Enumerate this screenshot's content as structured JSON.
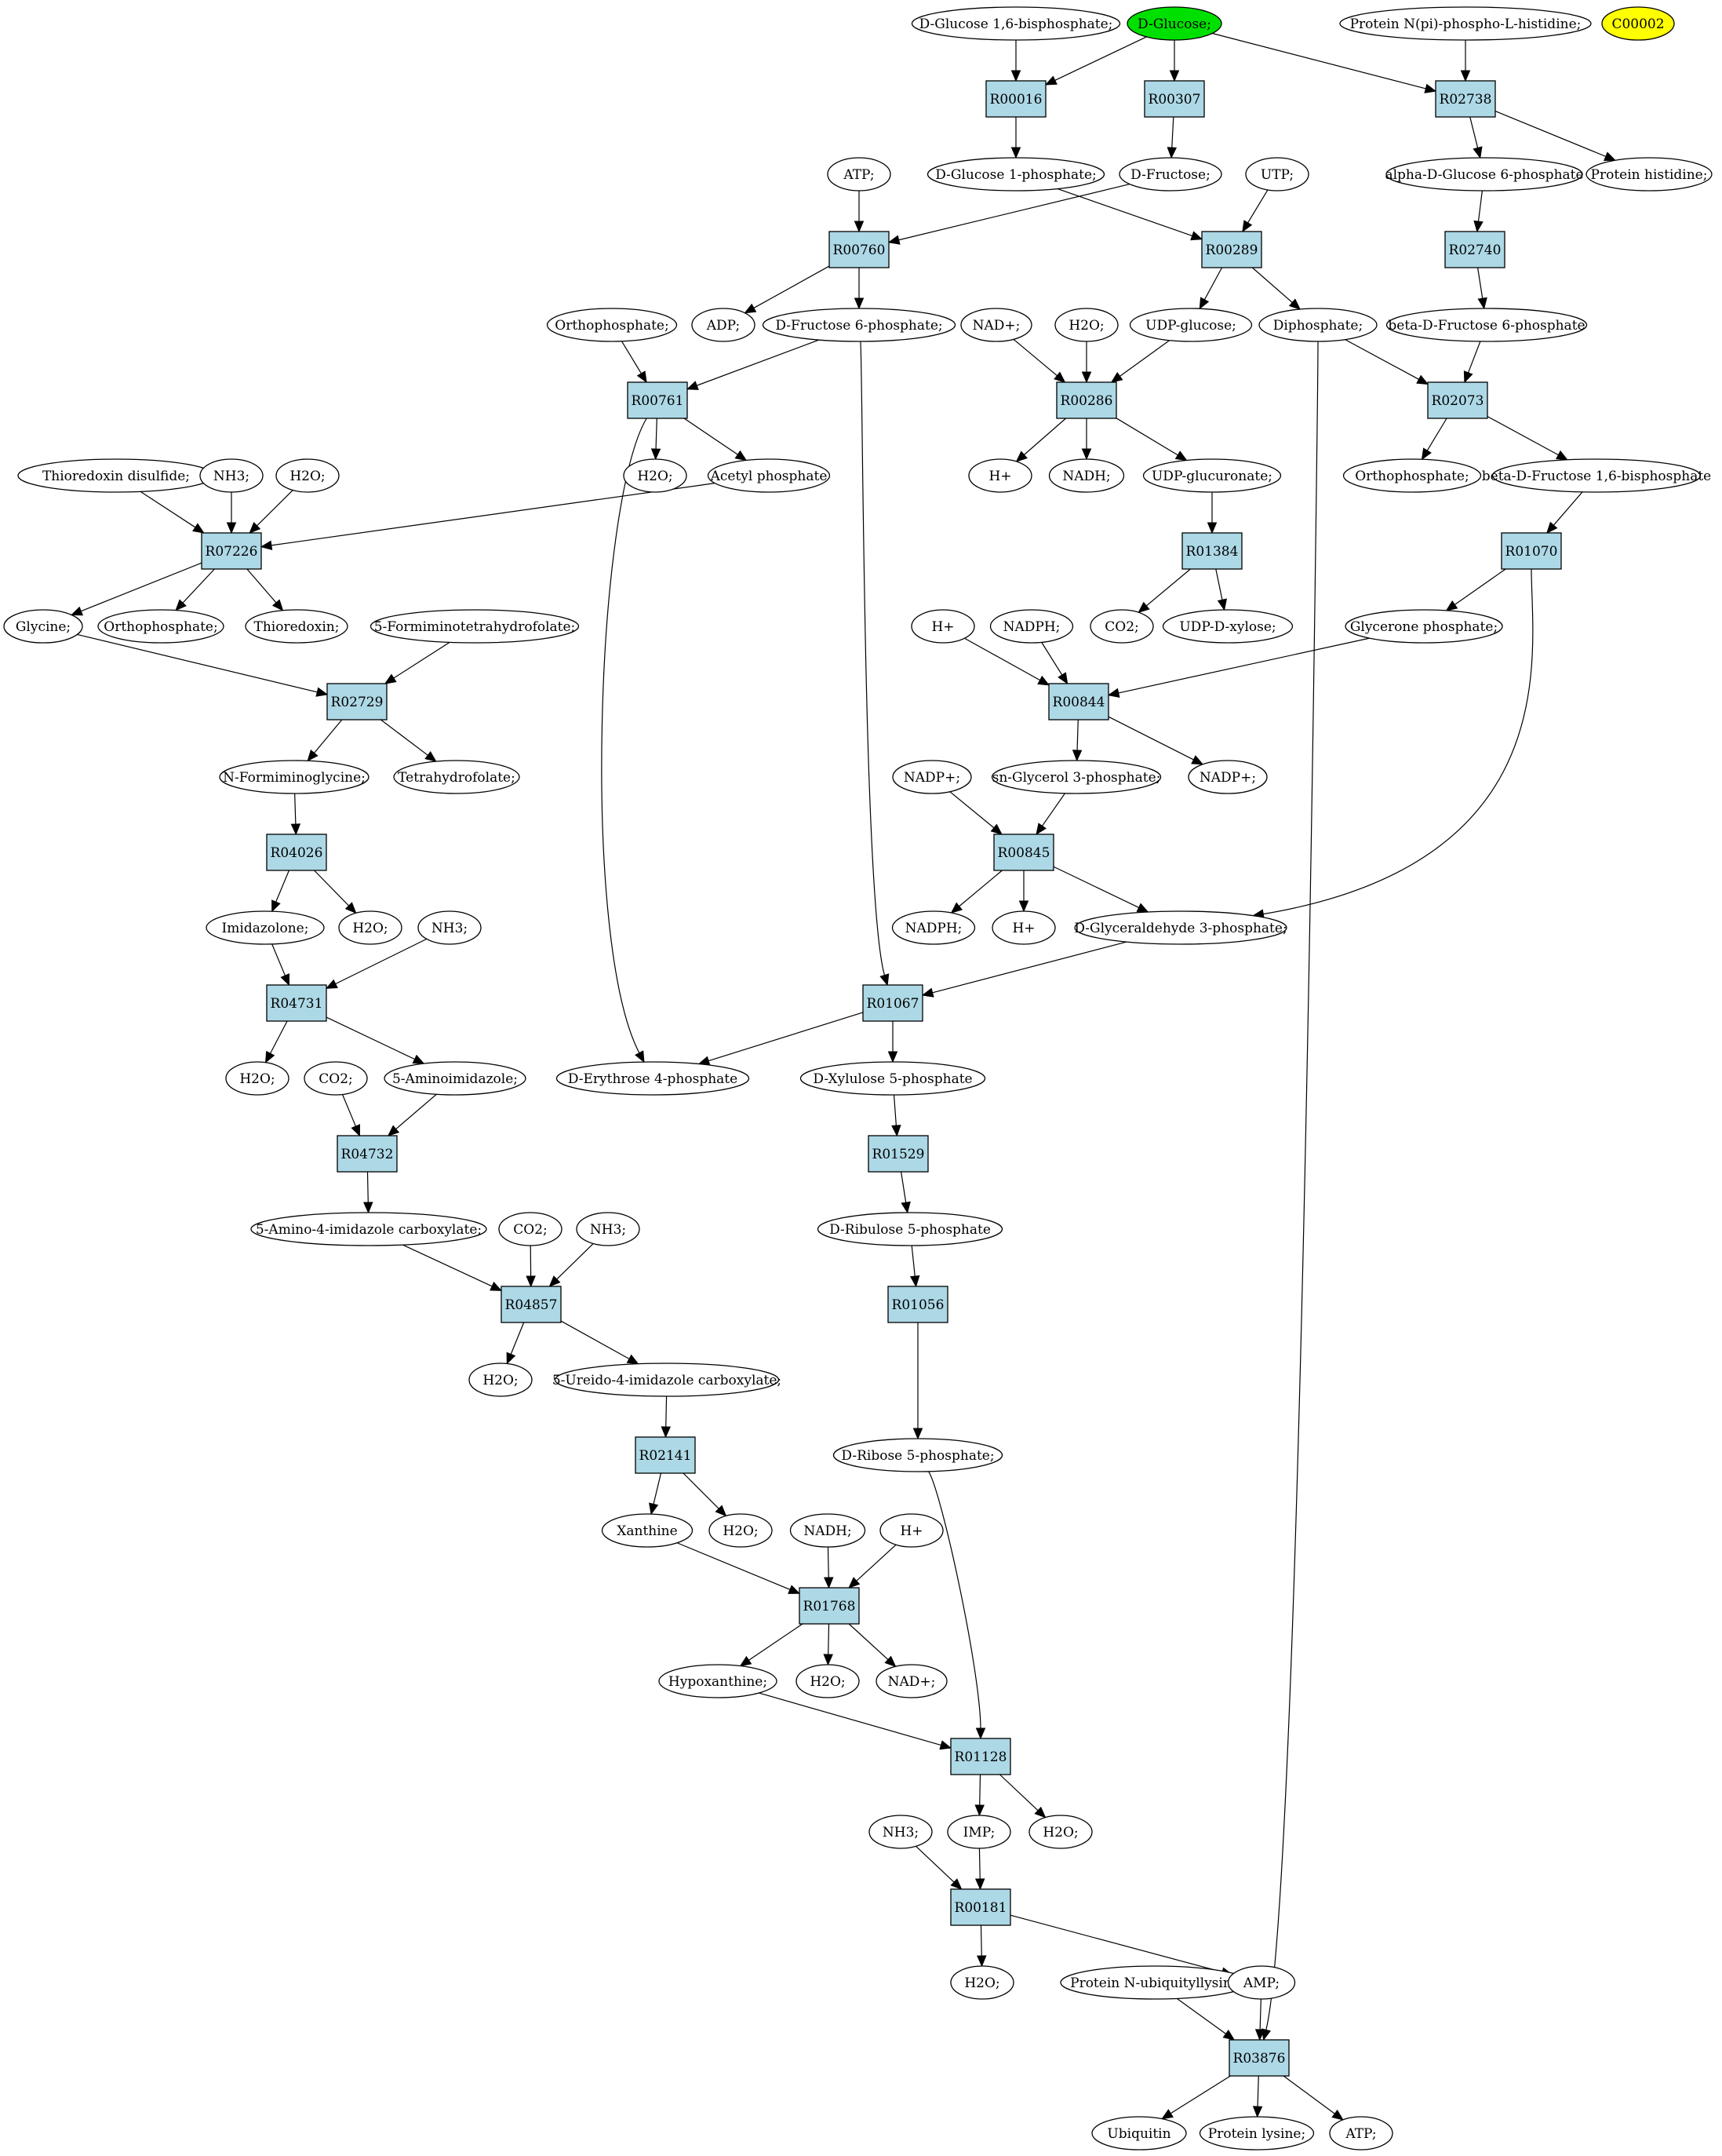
{
  "diagram": {
    "compounds": [
      {
        "id": "c_g16bp",
        "label": "D-Glucose 1,6-bisphosphate;"
      },
      {
        "id": "c_glucose",
        "label": "D-Glucose;",
        "fill": "#00e000"
      },
      {
        "id": "c_protNphis",
        "label": "Protein N(pi)-phospho-L-histidine;"
      },
      {
        "id": "c_c00002",
        "label": "C00002",
        "fill": "#ffff00"
      },
      {
        "id": "c_atp1",
        "label": "ATP;"
      },
      {
        "id": "c_g1p",
        "label": "D-Glucose 1-phosphate;"
      },
      {
        "id": "c_fructose",
        "label": "D-Fructose;"
      },
      {
        "id": "c_utp",
        "label": "UTP;"
      },
      {
        "id": "c_ag6p",
        "label": "alpha-D-Glucose 6-phosphate"
      },
      {
        "id": "c_prothis",
        "label": "Protein histidine;"
      },
      {
        "id": "c_orthoA",
        "label": "Orthophosphate;"
      },
      {
        "id": "c_adp",
        "label": "ADP;"
      },
      {
        "id": "c_f6p",
        "label": "D-Fructose 6-phosphate;"
      },
      {
        "id": "c_nad1",
        "label": "NAD+;"
      },
      {
        "id": "c_h2oA",
        "label": "H2O;"
      },
      {
        "id": "c_udpglc",
        "label": "UDP-glucose;"
      },
      {
        "id": "c_dipho",
        "label": "Diphosphate;"
      },
      {
        "id": "c_bf6p",
        "label": "beta-D-Fructose 6-phosphate"
      },
      {
        "id": "c_thiodis",
        "label": "Thioredoxin disulfide;"
      },
      {
        "id": "c_nh3A",
        "label": "NH3;"
      },
      {
        "id": "c_h2oB",
        "label": "H2O;"
      },
      {
        "id": "c_h2oC",
        "label": "H2O;"
      },
      {
        "id": "c_acetylp",
        "label": "Acetyl phosphate"
      },
      {
        "id": "c_hA",
        "label": "H+"
      },
      {
        "id": "c_nadh1",
        "label": "NADH;"
      },
      {
        "id": "c_udpglcur",
        "label": "UDP-glucuronate;"
      },
      {
        "id": "c_orthoB",
        "label": "Orthophosphate;"
      },
      {
        "id": "c_bf16bp",
        "label": "beta-D-Fructose 1,6-bisphosphate"
      },
      {
        "id": "c_glycine",
        "label": "Glycine;"
      },
      {
        "id": "c_orthoC",
        "label": "Orthophosphate;"
      },
      {
        "id": "c_thio",
        "label": "Thioredoxin;"
      },
      {
        "id": "c_5fthf",
        "label": "5-Formiminotetrahydrofolate;"
      },
      {
        "id": "c_co2A",
        "label": "CO2;"
      },
      {
        "id": "c_udpxyl",
        "label": "UDP-D-xylose;"
      },
      {
        "id": "c_hB",
        "label": "H+"
      },
      {
        "id": "c_nadph1",
        "label": "NADPH;"
      },
      {
        "id": "c_glyceronep",
        "label": "Glycerone phosphate;"
      },
      {
        "id": "c_nfg",
        "label": "N-Formiminoglycine;"
      },
      {
        "id": "c_thf",
        "label": "Tetrahydrofolate;"
      },
      {
        "id": "c_snglp",
        "label": "sn-Glycerol 3-phosphate;"
      },
      {
        "id": "c_nadpA",
        "label": "NADP+;"
      },
      {
        "id": "c_nadpB",
        "label": "NADP+;"
      },
      {
        "id": "c_imidaz",
        "label": "Imidazolone;"
      },
      {
        "id": "c_h2oD",
        "label": "H2O;"
      },
      {
        "id": "c_nh3B",
        "label": "NH3;"
      },
      {
        "id": "c_nadph2",
        "label": "NADPH;"
      },
      {
        "id": "c_hC",
        "label": "H+"
      },
      {
        "id": "c_g3p",
        "label": "D-Glyceraldehyde 3-phosphate;"
      },
      {
        "id": "c_h2oE",
        "label": "H2O;"
      },
      {
        "id": "c_co2B",
        "label": "CO2;"
      },
      {
        "id": "c_5ai",
        "label": "5-Aminoimidazole;"
      },
      {
        "id": "c_e4p",
        "label": "D-Erythrose 4-phosphate"
      },
      {
        "id": "c_x5p",
        "label": "D-Xylulose 5-phosphate"
      },
      {
        "id": "c_5a4ic",
        "label": "5-Amino-4-imidazole carboxylate;"
      },
      {
        "id": "c_co2C",
        "label": "CO2;"
      },
      {
        "id": "c_nh3C",
        "label": "NH3;"
      },
      {
        "id": "c_ru5p",
        "label": "D-Ribulose 5-phosphate"
      },
      {
        "id": "c_h2oF",
        "label": "H2O;"
      },
      {
        "id": "c_5u4ic",
        "label": "5-Ureido-4-imidazole carboxylate;"
      },
      {
        "id": "c_r5p",
        "label": "D-Ribose 5-phosphate;"
      },
      {
        "id": "c_xanthine",
        "label": "Xanthine"
      },
      {
        "id": "c_h2oG",
        "label": "H2O;"
      },
      {
        "id": "c_nadh2",
        "label": "NADH;"
      },
      {
        "id": "c_hD",
        "label": "H+"
      },
      {
        "id": "c_hypox",
        "label": "Hypoxanthine;"
      },
      {
        "id": "c_h2oH",
        "label": "H2O;"
      },
      {
        "id": "c_nad2",
        "label": "NAD+;"
      },
      {
        "id": "c_nh3D",
        "label": "NH3;"
      },
      {
        "id": "c_imp",
        "label": "IMP;"
      },
      {
        "id": "c_h2oI",
        "label": "H2O;"
      },
      {
        "id": "c_h2oJ",
        "label": "H2O;"
      },
      {
        "id": "c_protNub",
        "label": "Protein N-ubiquityllysine"
      },
      {
        "id": "c_amp",
        "label": "AMP;"
      },
      {
        "id": "c_ubiquitin",
        "label": "Ubiquitin"
      },
      {
        "id": "c_protlys",
        "label": "Protein lysine;"
      },
      {
        "id": "c_atp2",
        "label": "ATP;"
      }
    ],
    "reactions": [
      {
        "id": "R00016",
        "label": "R00016"
      },
      {
        "id": "R00307",
        "label": "R00307"
      },
      {
        "id": "R02738",
        "label": "R02738"
      },
      {
        "id": "R00760",
        "label": "R00760"
      },
      {
        "id": "R00289",
        "label": "R00289"
      },
      {
        "id": "R02740",
        "label": "R02740"
      },
      {
        "id": "R00761",
        "label": "R00761"
      },
      {
        "id": "R00286",
        "label": "R00286"
      },
      {
        "id": "R02073",
        "label": "R02073"
      },
      {
        "id": "R07226",
        "label": "R07226"
      },
      {
        "id": "R01384",
        "label": "R01384"
      },
      {
        "id": "R01070",
        "label": "R01070"
      },
      {
        "id": "R02729",
        "label": "R02729"
      },
      {
        "id": "R00844",
        "label": "R00844"
      },
      {
        "id": "R04026",
        "label": "R04026"
      },
      {
        "id": "R00845",
        "label": "R00845"
      },
      {
        "id": "R04731",
        "label": "R04731"
      },
      {
        "id": "R01067",
        "label": "R01067"
      },
      {
        "id": "R04732",
        "label": "R04732"
      },
      {
        "id": "R01529",
        "label": "R01529"
      },
      {
        "id": "R04857",
        "label": "R04857"
      },
      {
        "id": "R01056",
        "label": "R01056"
      },
      {
        "id": "R02141",
        "label": "R02141"
      },
      {
        "id": "R01768",
        "label": "R01768"
      },
      {
        "id": "R01128",
        "label": "R01128"
      },
      {
        "id": "R00181",
        "label": "R00181"
      },
      {
        "id": "R03876",
        "label": "R03876"
      }
    ],
    "edges": [
      [
        "c_g16bp",
        "R00016"
      ],
      [
        "c_glucose",
        "R00016"
      ],
      [
        "c_glucose",
        "R00307"
      ],
      [
        "c_glucose",
        "R02738"
      ],
      [
        "c_protNphis",
        "R02738"
      ],
      [
        "R00016",
        "c_g1p"
      ],
      [
        "R00307",
        "c_fructose"
      ],
      [
        "R02738",
        "c_ag6p"
      ],
      [
        "R02738",
        "c_prothis"
      ],
      [
        "c_atp1",
        "R00760"
      ],
      [
        "c_fructose",
        "R00760"
      ],
      [
        "c_g1p",
        "R00289"
      ],
      [
        "c_utp",
        "R00289"
      ],
      [
        "c_ag6p",
        "R02740"
      ],
      [
        "R00760",
        "c_adp"
      ],
      [
        "R00760",
        "c_f6p"
      ],
      [
        "R00289",
        "c_udpglc"
      ],
      [
        "R00289",
        "c_dipho"
      ],
      [
        "R02740",
        "c_bf6p"
      ],
      [
        "c_orthoA",
        "R00761"
      ],
      [
        "c_f6p",
        "R00761"
      ],
      [
        "c_nad1",
        "R00286"
      ],
      [
        "c_h2oA",
        "R00286"
      ],
      [
        "c_udpglc",
        "R00286"
      ],
      [
        "c_dipho",
        "R02073"
      ],
      [
        "c_bf6p",
        "R02073"
      ],
      [
        "R00761",
        "c_h2oC"
      ],
      [
        "R00761",
        "c_acetylp"
      ],
      [
        "R00761",
        "c_e4p"
      ],
      [
        "R00286",
        "c_hA"
      ],
      [
        "R00286",
        "c_nadh1"
      ],
      [
        "R00286",
        "c_udpglcur"
      ],
      [
        "R02073",
        "c_orthoB"
      ],
      [
        "R02073",
        "c_bf16bp"
      ],
      [
        "c_thiodis",
        "R07226"
      ],
      [
        "c_nh3A",
        "R07226"
      ],
      [
        "c_h2oB",
        "R07226"
      ],
      [
        "c_acetylp",
        "R07226"
      ],
      [
        "c_udpglcur",
        "R01384"
      ],
      [
        "c_bf16bp",
        "R01070"
      ],
      [
        "R07226",
        "c_glycine"
      ],
      [
        "R07226",
        "c_orthoC"
      ],
      [
        "R07226",
        "c_thio"
      ],
      [
        "R01384",
        "c_co2A"
      ],
      [
        "R01384",
        "c_udpxyl"
      ],
      [
        "R01070",
        "c_glyceronep"
      ],
      [
        "R01070",
        "c_g3p"
      ],
      [
        "c_glycine",
        "R02729"
      ],
      [
        "c_5fthf",
        "R02729"
      ],
      [
        "c_hB",
        "R00844"
      ],
      [
        "c_nadph1",
        "R00844"
      ],
      [
        "c_glyceronep",
        "R00844"
      ],
      [
        "R02729",
        "c_nfg"
      ],
      [
        "R02729",
        "c_thf"
      ],
      [
        "R00844",
        "c_snglp"
      ],
      [
        "R00844",
        "c_nadpB"
      ],
      [
        "c_nfg",
        "R04026"
      ],
      [
        "c_nadpA",
        "R00845"
      ],
      [
        "c_snglp",
        "R00845"
      ],
      [
        "R04026",
        "c_imidaz"
      ],
      [
        "R04026",
        "c_h2oD"
      ],
      [
        "R00845",
        "c_nadph2"
      ],
      [
        "R00845",
        "c_hC"
      ],
      [
        "R00845",
        "c_g3p"
      ],
      [
        "c_imidaz",
        "R04731"
      ],
      [
        "c_nh3B",
        "R04731"
      ],
      [
        "c_f6p",
        "R01067"
      ],
      [
        "c_g3p",
        "R01067"
      ],
      [
        "R04731",
        "c_h2oE"
      ],
      [
        "R04731",
        "c_5ai"
      ],
      [
        "R01067",
        "c_e4p"
      ],
      [
        "R01067",
        "c_x5p"
      ],
      [
        "c_co2B",
        "R04732"
      ],
      [
        "c_5ai",
        "R04732"
      ],
      [
        "c_x5p",
        "R01529"
      ],
      [
        "R04732",
        "c_5a4ic"
      ],
      [
        "R01529",
        "c_ru5p"
      ],
      [
        "c_5a4ic",
        "R04857"
      ],
      [
        "c_co2C",
        "R04857"
      ],
      [
        "c_nh3C",
        "R04857"
      ],
      [
        "c_ru5p",
        "R01056"
      ],
      [
        "R04857",
        "c_h2oF"
      ],
      [
        "R04857",
        "c_5u4ic"
      ],
      [
        "R01056",
        "c_r5p"
      ],
      [
        "c_5u4ic",
        "R02141"
      ],
      [
        "R02141",
        "c_xanthine"
      ],
      [
        "R02141",
        "c_h2oG"
      ],
      [
        "c_xanthine",
        "R01768"
      ],
      [
        "c_nadh2",
        "R01768"
      ],
      [
        "c_hD",
        "R01768"
      ],
      [
        "R01768",
        "c_hypox"
      ],
      [
        "R01768",
        "c_h2oH"
      ],
      [
        "R01768",
        "c_nad2"
      ],
      [
        "c_hypox",
        "R01128"
      ],
      [
        "c_r5p",
        "R01128"
      ],
      [
        "R01128",
        "c_imp"
      ],
      [
        "R01128",
        "c_h2oI"
      ],
      [
        "c_nh3D",
        "R00181"
      ],
      [
        "c_imp",
        "R00181"
      ],
      [
        "R00181",
        "c_h2oJ"
      ],
      [
        "R00181",
        "c_amp"
      ],
      [
        "c_protNub",
        "R03876"
      ],
      [
        "c_amp",
        "R03876"
      ],
      [
        "c_dipho",
        "R03876"
      ],
      [
        "R03876",
        "c_ubiquitin"
      ],
      [
        "R03876",
        "c_protlys"
      ],
      [
        "R03876",
        "c_atp2"
      ]
    ]
  }
}
